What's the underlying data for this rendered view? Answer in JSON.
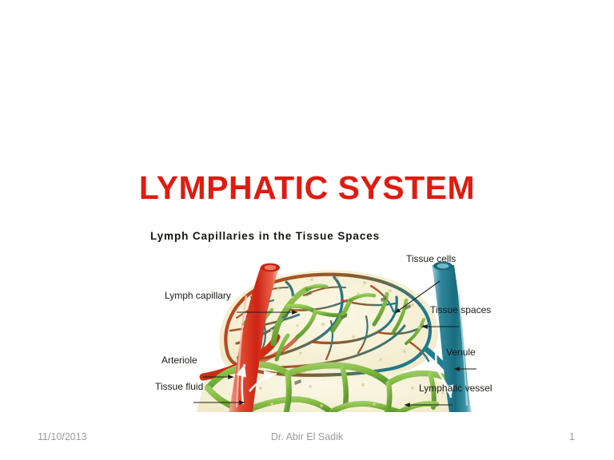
{
  "slide": {
    "title": "LYMPHATIC SYSTEM",
    "title_color": "#E01B10",
    "background_color": "#FFFFFF"
  },
  "figure": {
    "heading": "Lymph Capillaries in the Tissue Spaces",
    "labels": {
      "lymph_capillary": "Lymph capillary",
      "arteriole": "Arteriole",
      "tissue_fluid": "Tissue fluid",
      "tissue_cells": "Tissue cells",
      "tissue_spaces": "Tissue spaces",
      "venule": "Venule",
      "lymphatic_vessel": "Lymphatic vessel"
    },
    "colors": {
      "arteriole_red": "#D7301A",
      "venule_teal": "#1F7E91",
      "lymphatic_green": "#7FB93F",
      "tissue_cream": "#F6F0D6",
      "capillary_brown": "#8A5A2B",
      "leader_line": "#1b1b17"
    }
  },
  "footer": {
    "date": "11/10/2013",
    "author": "Dr. Abir El Sadik",
    "page_number": "1",
    "text_color": "#9B9B9B"
  }
}
